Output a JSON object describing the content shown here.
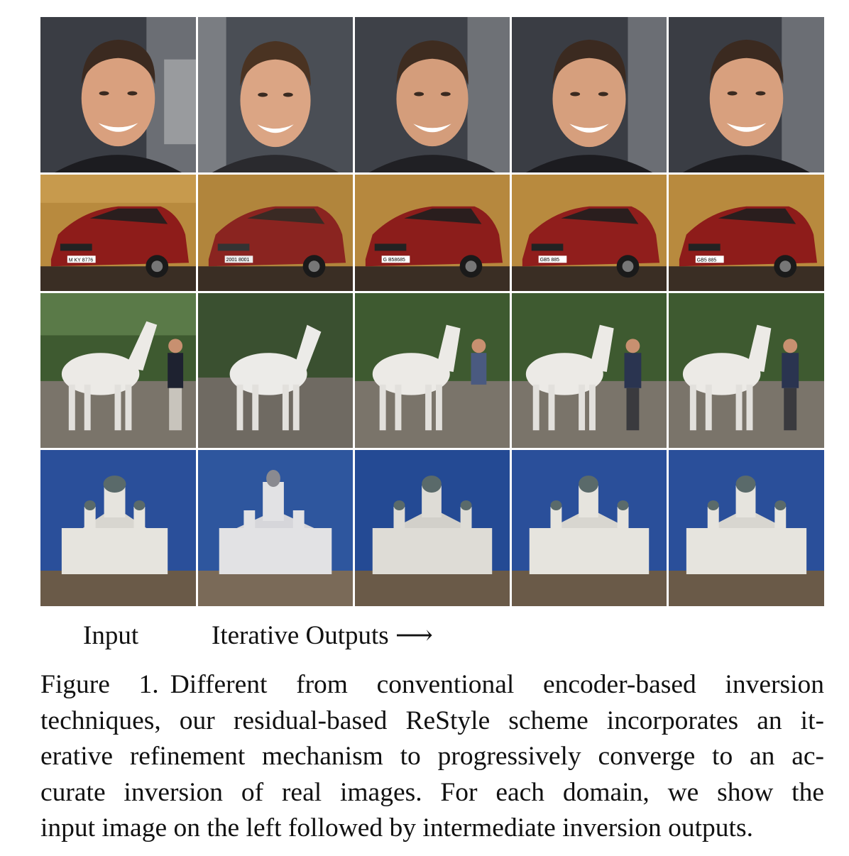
{
  "figure": {
    "rows": [
      {
        "domain": "faces",
        "cells": [
          "Input face photo",
          "Iteration output 1",
          "Iteration output 2",
          "Iteration output 3",
          "Iteration output 4"
        ]
      },
      {
        "domain": "cars",
        "cells": [
          "Input car photo",
          "Iteration output 1",
          "Iteration output 2",
          "Iteration output 3",
          "Iteration output 4"
        ]
      },
      {
        "domain": "horses",
        "cells": [
          "Input horse photo",
          "Iteration output 1",
          "Iteration output 2",
          "Iteration output 3",
          "Iteration output 4"
        ]
      },
      {
        "domain": "churches",
        "cells": [
          "Input church photo",
          "Iteration output 1",
          "Iteration output 2",
          "Iteration output 3",
          "Iteration output 4"
        ]
      }
    ],
    "plates": [
      "M KY 8776",
      "2001 8001",
      "G B58685",
      "GB5 885",
      "GB5 885"
    ],
    "label_input": "Input",
    "label_iterative": "Iterative Outputs ⟶"
  },
  "caption": {
    "lines": [
      "Figure 1.",
      "Different from conventional encoder-based inversion",
      "techniques, our residual-based ReStyle scheme incorporates an it-",
      "erative refinement mechanism to progressively converge to an ac-",
      "curate inversion of real images.  For each domain, we show the",
      "input image on the left followed by intermediate inversion outputs."
    ]
  },
  "colors": {
    "face_bg": "#3a3d44",
    "car_red": "#8e1c1a",
    "car_bg": "#b88a3e",
    "sky": "#2a4f9a",
    "forest": "#3e5a30"
  }
}
